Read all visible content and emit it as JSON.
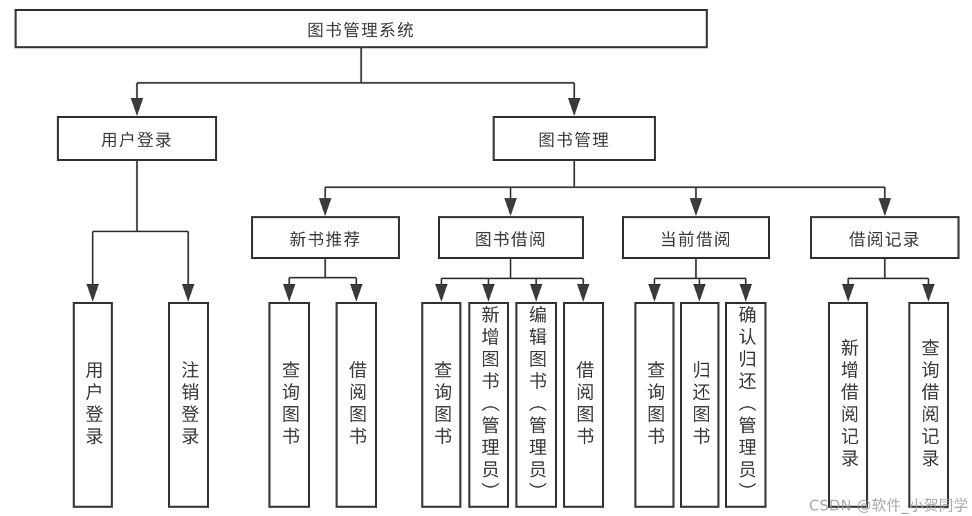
{
  "tree": {
    "label": "图书管理系统",
    "children": [
      {
        "label": "用户登录",
        "children": [
          {
            "label": "用户登录"
          },
          {
            "label": "注销登录"
          }
        ]
      },
      {
        "label": "图书管理",
        "children": [
          {
            "label": "新书推荐",
            "children": [
              {
                "label": "查询图书"
              },
              {
                "label": "借阅图书"
              }
            ]
          },
          {
            "label": "图书借阅",
            "children": [
              {
                "label": "查询图书"
              },
              {
                "label": "新增图书（管理员）"
              },
              {
                "label": "编辑图书（管理员）"
              },
              {
                "label": "借阅图书"
              }
            ]
          },
          {
            "label": "当前借阅",
            "children": [
              {
                "label": "查询图书"
              },
              {
                "label": "归还图书"
              },
              {
                "label": "确认归还（管理员）"
              }
            ]
          },
          {
            "label": "借阅记录",
            "children": [
              {
                "label": "新增借阅记录"
              },
              {
                "label": "查询借阅记录"
              }
            ]
          }
        ]
      }
    ]
  },
  "watermark": {
    "text": "CSDN @软件_小贺同学"
  },
  "colors": {
    "line": "#3b3b3b",
    "box_border": "#3b3b3b",
    "text": "#3a3a3a",
    "background": "#ffffff",
    "watermark": "#9b9b9b"
  }
}
